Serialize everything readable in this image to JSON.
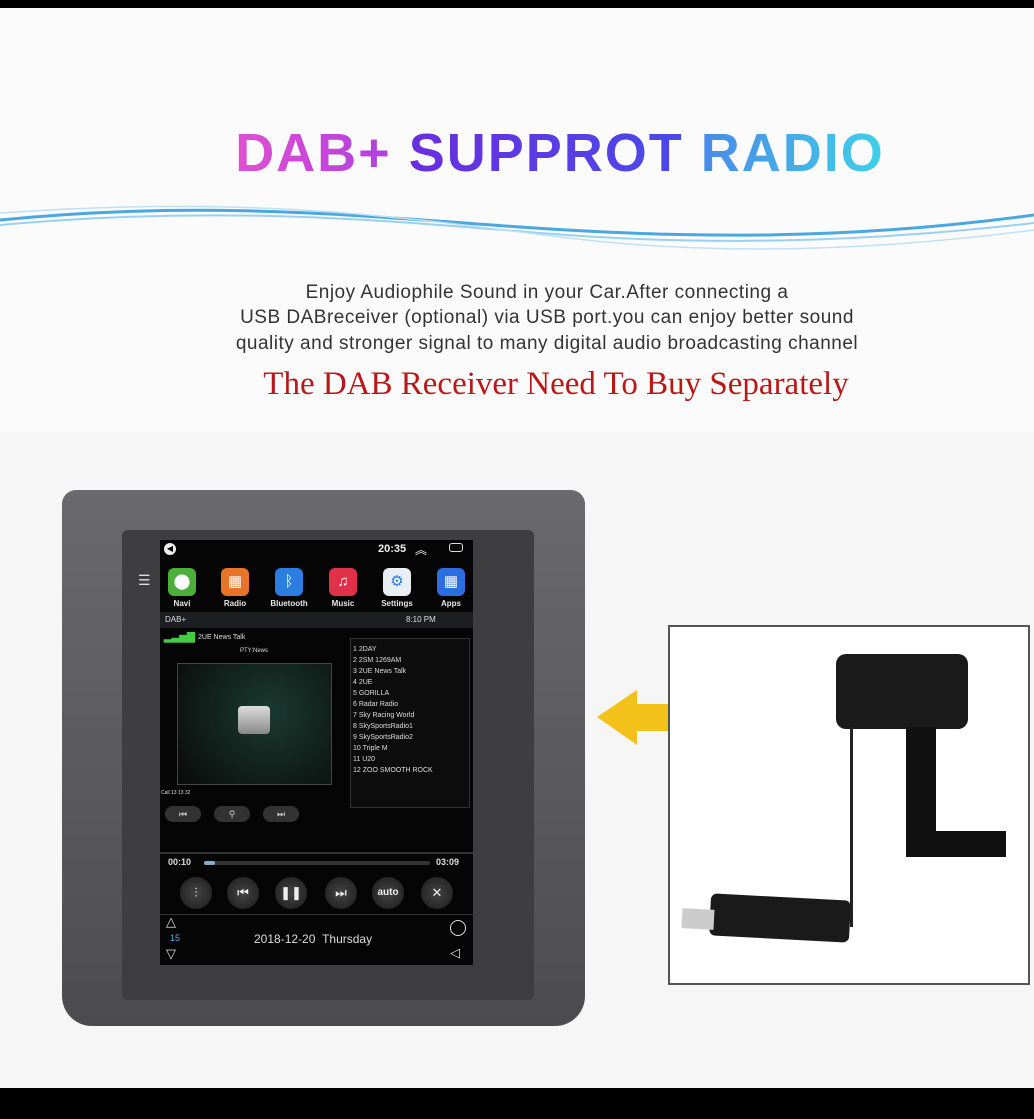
{
  "title": {
    "part1": "DAB+",
    "part2": "SUPPROT",
    "part3": "RADIO"
  },
  "description": [
    "Enjoy Audiophile Sound in your Car.After connecting a",
    "USB DABreceiver (optional) via USB port.you can enjoy better sound",
    "quality and stronger signal to many digital audio broadcasting channel"
  ],
  "notice": "The DAB Receiver Need To Buy Separately",
  "screen": {
    "status_time": "20:35",
    "apps": [
      {
        "label": "Navi",
        "color": "#4caf3a",
        "icon": "map-pin"
      },
      {
        "label": "Radio",
        "color": "#e8742a",
        "icon": "radio"
      },
      {
        "label": "Bluetooth",
        "color": "#2a7ee0",
        "icon": "bluetooth"
      },
      {
        "label": "Music",
        "color": "#e0304a",
        "icon": "music-note"
      },
      {
        "label": "Settings",
        "color": "#e8eef4",
        "icon": "gear"
      },
      {
        "label": "Apps",
        "color": "#2a6ee0",
        "icon": "grid"
      }
    ],
    "dab_label": "DAB+",
    "dab_time": "8:10 PM",
    "station": "2UE News Talk",
    "pty": "PTY:News",
    "channels": [
      "1  2DAY",
      "2  2SM 1269AM",
      "3  2UE News Talk",
      "4  2UE",
      "5  GORILLA",
      "6  Radar Radio",
      "7  Sky Racing World",
      "8  SkySportsRadio1",
      "9  SkySportsRadio2",
      "10  Triple M",
      "11  U20",
      "12  ZOO SMOOTH ROCK"
    ],
    "call": "Call 13 13 32",
    "elapsed": "00:10",
    "total": "03:09",
    "progress": 0.05,
    "auto_label": "auto",
    "volume": "15",
    "date": "2018-12-20",
    "weekday": "Thursday"
  }
}
